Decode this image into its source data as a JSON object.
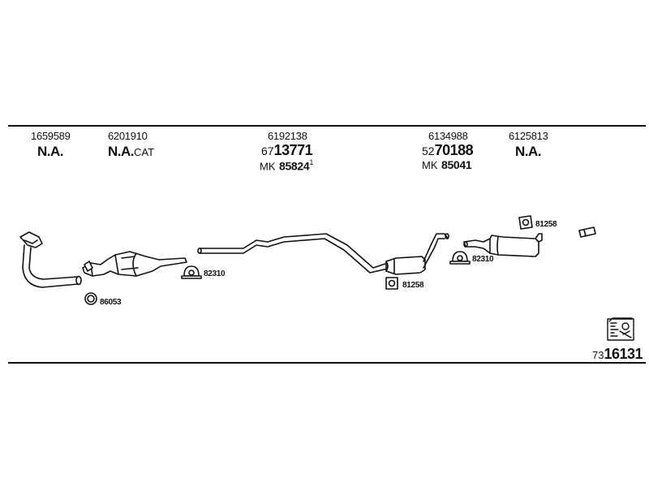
{
  "header": {
    "items": [
      {
        "code": "1659589",
        "main": "N.A.",
        "suffix": ""
      },
      {
        "code": "6201910",
        "main": "N.A.",
        "suffix": "CAT"
      },
      {
        "code": "6192138",
        "prefix": "67",
        "digits": "13771",
        "mk_label": "MK",
        "mk_value": "85824",
        "mk_sup": "1"
      },
      {
        "code": "6134988",
        "prefix": "52",
        "digits": "70188",
        "mk_label": "MK",
        "mk_value": "85041"
      },
      {
        "code": "6125813",
        "main": "N.A.",
        "suffix": ""
      }
    ]
  },
  "parts": {
    "front_ring": "86053",
    "clamp_front": "82310",
    "mount_middle": "81258",
    "clamp_rear": "82310",
    "mount_rear": "81258"
  },
  "footer": {
    "prefix": "73",
    "digits": "16131"
  }
}
